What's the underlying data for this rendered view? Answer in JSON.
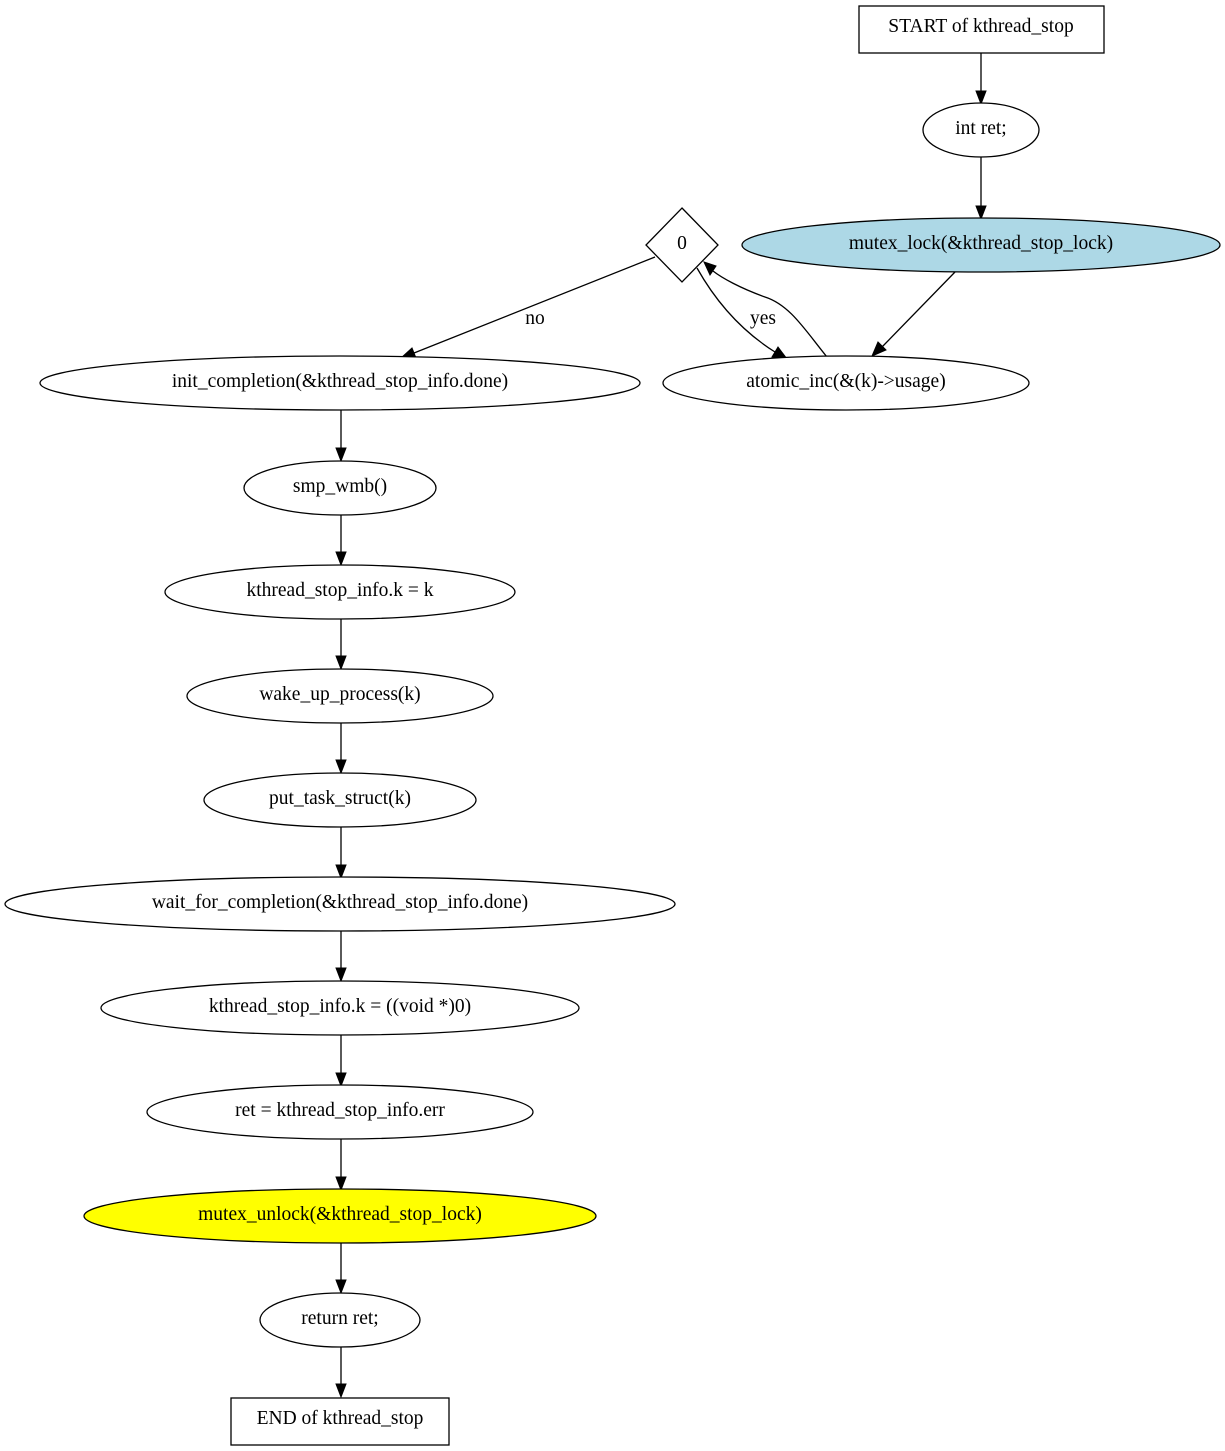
{
  "colors": {
    "default_fill": "#ffffff",
    "lock_fill": "#add8e6",
    "unlock_fill": "#ffff00",
    "stroke": "#000000"
  },
  "nodes": {
    "start": {
      "label": "START of kthread_stop",
      "shape": "box"
    },
    "int_ret": {
      "label": "int ret;",
      "shape": "ellipse"
    },
    "mutex_lock": {
      "label": "mutex_lock(&kthread_stop_lock)",
      "shape": "ellipse",
      "fill": "lock_fill"
    },
    "decision": {
      "label": "0",
      "shape": "diamond"
    },
    "atomic_inc": {
      "label": "atomic_inc(&(k)->usage)",
      "shape": "ellipse"
    },
    "init_completion": {
      "label": "init_completion(&kthread_stop_info.done)",
      "shape": "ellipse"
    },
    "smp_wmb": {
      "label": "smp_wmb()",
      "shape": "ellipse"
    },
    "info_k_assign": {
      "label": "kthread_stop_info.k = k",
      "shape": "ellipse"
    },
    "wake_up": {
      "label": "wake_up_process(k)",
      "shape": "ellipse"
    },
    "put_task": {
      "label": "put_task_struct(k)",
      "shape": "ellipse"
    },
    "wait_completion": {
      "label": "wait_for_completion(&kthread_stop_info.done)",
      "shape": "ellipse"
    },
    "info_k_null": {
      "label": "kthread_stop_info.k = ((void *)0)",
      "shape": "ellipse"
    },
    "ret_assign": {
      "label": "ret = kthread_stop_info.err",
      "shape": "ellipse"
    },
    "mutex_unlock": {
      "label": "mutex_unlock(&kthread_stop_lock)",
      "shape": "ellipse",
      "fill": "unlock_fill"
    },
    "return_ret": {
      "label": "return ret;",
      "shape": "ellipse"
    },
    "end": {
      "label": "END of kthread_stop",
      "shape": "box"
    }
  },
  "edges": [
    {
      "from": "start",
      "to": "int_ret",
      "label": ""
    },
    {
      "from": "int_ret",
      "to": "mutex_lock",
      "label": ""
    },
    {
      "from": "mutex_lock",
      "to": "atomic_inc",
      "label": ""
    },
    {
      "from": "atomic_inc",
      "to": "decision",
      "label": ""
    },
    {
      "from": "decision",
      "to": "atomic_inc",
      "label": "yes"
    },
    {
      "from": "decision",
      "to": "init_completion",
      "label": "no"
    },
    {
      "from": "init_completion",
      "to": "smp_wmb",
      "label": ""
    },
    {
      "from": "smp_wmb",
      "to": "info_k_assign",
      "label": ""
    },
    {
      "from": "info_k_assign",
      "to": "wake_up",
      "label": ""
    },
    {
      "from": "wake_up",
      "to": "put_task",
      "label": ""
    },
    {
      "from": "put_task",
      "to": "wait_completion",
      "label": ""
    },
    {
      "from": "wait_completion",
      "to": "info_k_null",
      "label": ""
    },
    {
      "from": "info_k_null",
      "to": "ret_assign",
      "label": ""
    },
    {
      "from": "ret_assign",
      "to": "mutex_unlock",
      "label": ""
    },
    {
      "from": "mutex_unlock",
      "to": "return_ret",
      "label": ""
    },
    {
      "from": "return_ret",
      "to": "end",
      "label": ""
    }
  ]
}
